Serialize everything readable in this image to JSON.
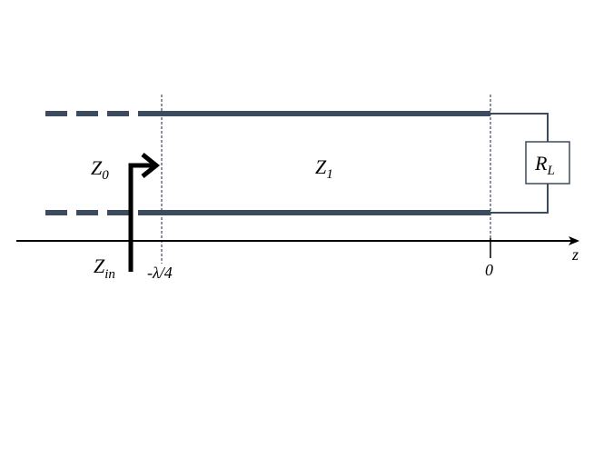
{
  "diagram": {
    "impedances": {
      "z0": {
        "main": "Z",
        "sub": "0"
      },
      "z1": {
        "main": "Z",
        "sub": "1"
      },
      "zin": {
        "main": "Z",
        "sub": "in"
      },
      "load": {
        "main": "R",
        "sub": "L"
      }
    },
    "axis": {
      "label": "z",
      "tick_quarter": "-λ/4",
      "tick_zero": "0"
    },
    "colors": {
      "line": "#3d4b5e",
      "axis": "#000000",
      "arrow": "#000000"
    }
  }
}
